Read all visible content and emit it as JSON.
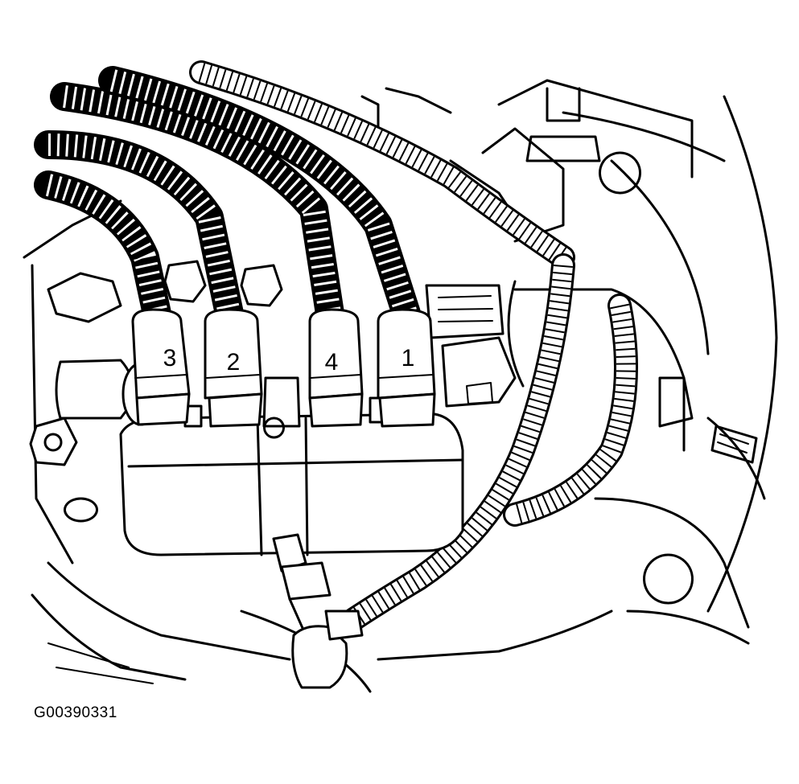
{
  "figure": {
    "id": "G00390331"
  },
  "coil_terminals": [
    {
      "number": "3"
    },
    {
      "number": "2"
    },
    {
      "number": "4"
    },
    {
      "number": "1"
    }
  ]
}
